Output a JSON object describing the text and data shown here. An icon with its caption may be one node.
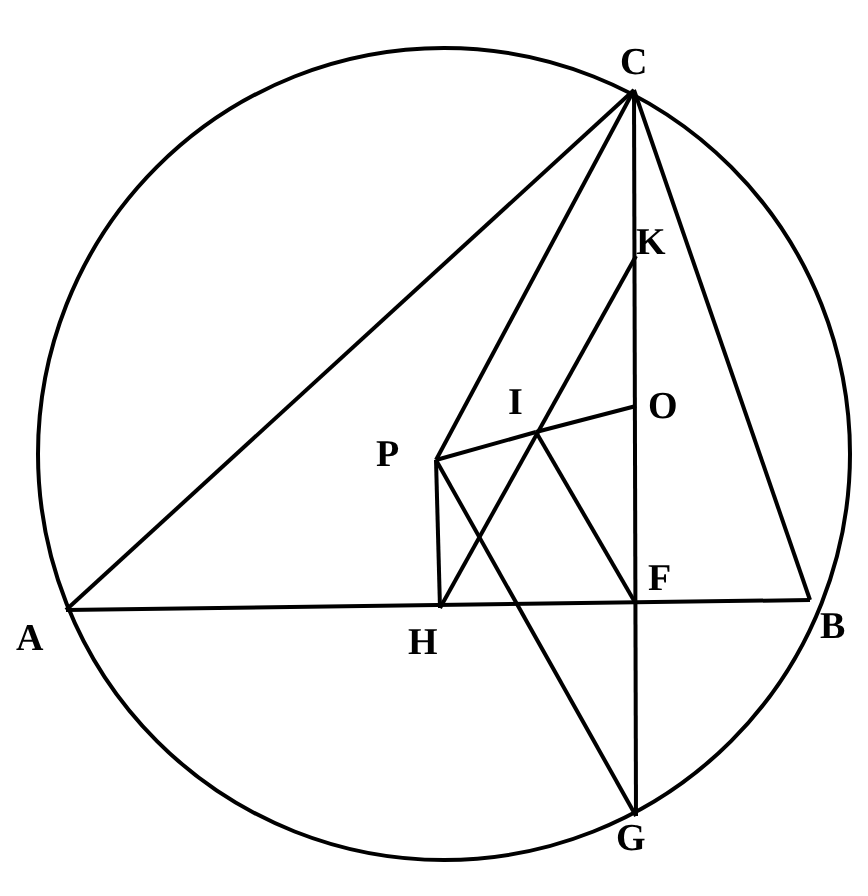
{
  "diagram": {
    "labels": [
      "C",
      "K",
      "I",
      "O",
      "P",
      "F",
      "A",
      "H",
      "B",
      "G"
    ]
  }
}
